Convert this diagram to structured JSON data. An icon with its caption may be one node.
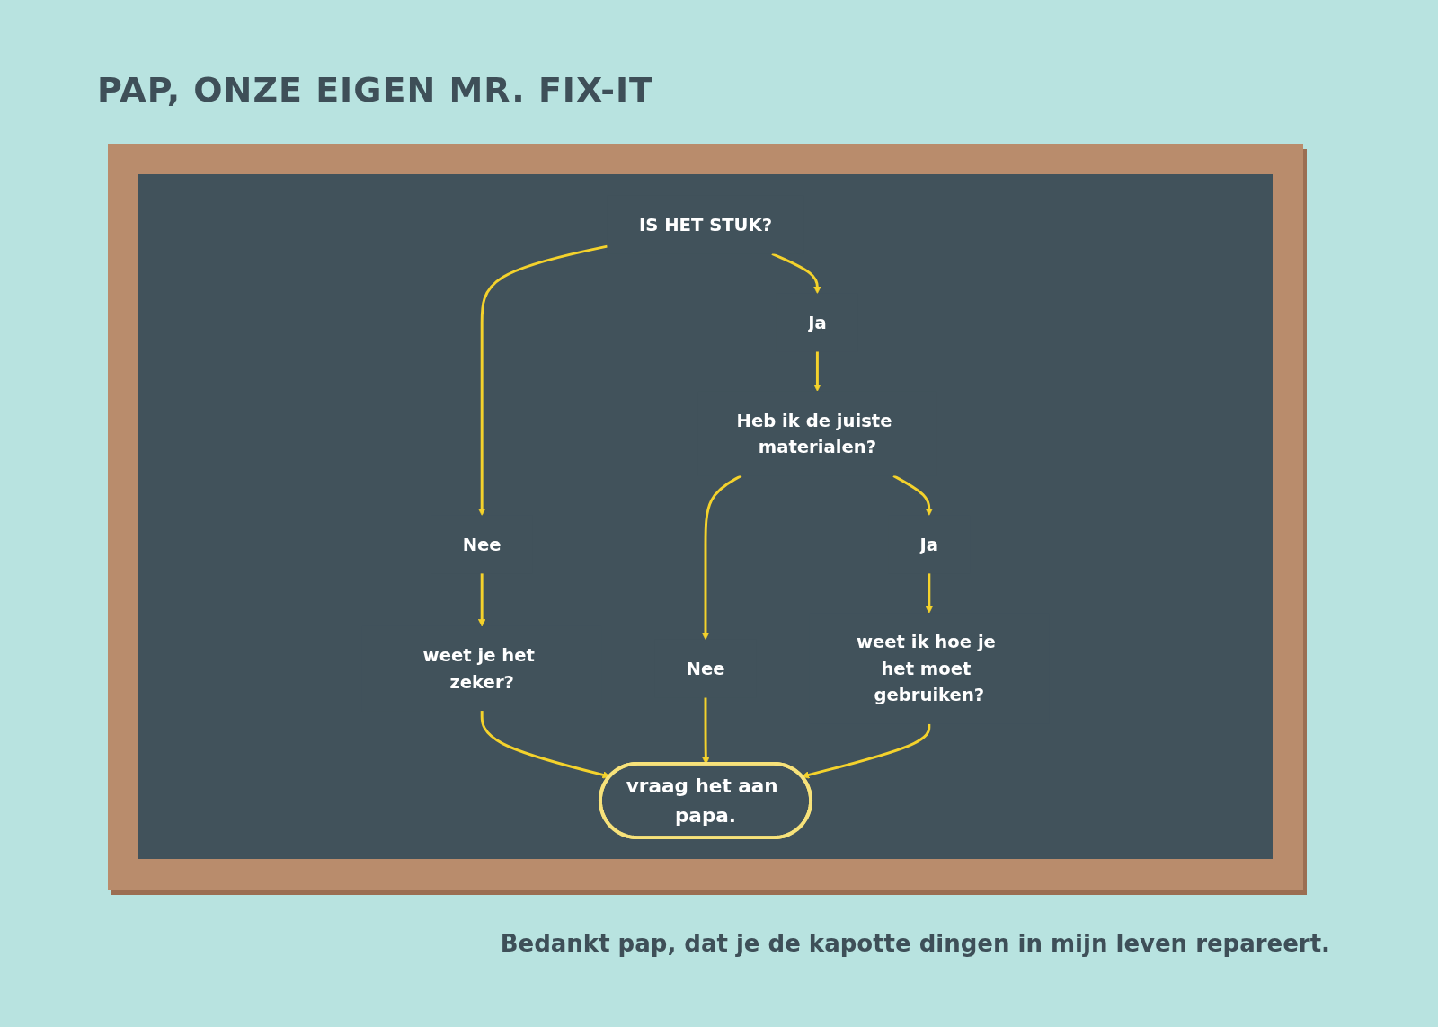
{
  "diagram": {
    "title": "PAP, ONZE EIGEN MR. FIX-IT",
    "caption": "Bedankt pap, dat je de kapotte dingen in mijn leven repareert.",
    "nodes": [
      {
        "text": [
          "IS HET STUK?"
        ]
      },
      {
        "text": [
          "Ja"
        ]
      },
      {
        "text": [
          "Nee"
        ]
      },
      {
        "text": [
          "Heb ik de juiste materialen?"
        ]
      },
      {
        "text": [
          "weet je het zeker?"
        ]
      },
      {
        "text": [
          "Ja"
        ]
      },
      {
        "text": [
          "Nee"
        ]
      },
      {
        "text": [
          "weet ik hoe je het moet gebruiken?"
        ]
      },
      {
        "text": [
          "vraag het aan papa."
        ]
      }
    ],
    "edges": [
      {
        "from": 0,
        "to": 1,
        "arrow": "to"
      },
      {
        "from": 0,
        "to": 2,
        "arrow": "to"
      },
      {
        "from": 1,
        "to": 3,
        "arrow": "to"
      },
      {
        "from": 2,
        "to": 4,
        "arrow": "to"
      },
      {
        "from": 3,
        "to": 5,
        "arrow": "to"
      },
      {
        "from": 3,
        "to": 6,
        "arrow": "to"
      },
      {
        "from": 4,
        "to": 8,
        "arrow": "to"
      },
      {
        "from": 6,
        "to": 8,
        "arrow": "to"
      },
      {
        "from": 5,
        "to": 7,
        "arrow": "to"
      },
      {
        "from": 7,
        "to": 8,
        "arrow": "to"
      }
    ]
  }
}
